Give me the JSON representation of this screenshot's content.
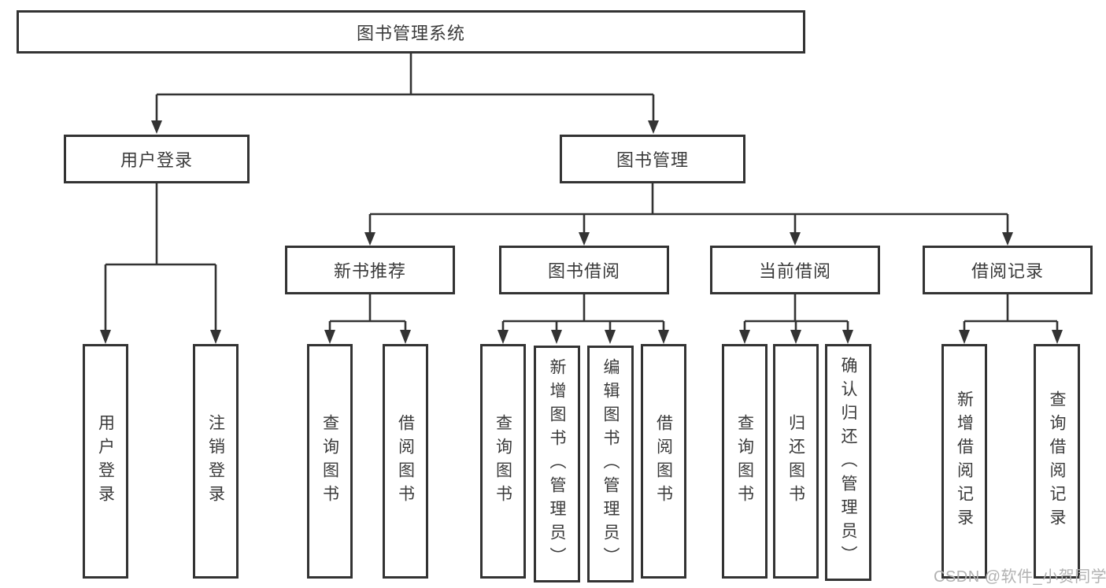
{
  "diagram": {
    "title": "图书管理系统",
    "colors": {
      "line": "#333333",
      "box_border": "#333333",
      "text": "#3a3a3a",
      "background": "#ffffff",
      "watermark": "#b2b2b2"
    },
    "root": {
      "label": "图书管理系统"
    },
    "level2": [
      {
        "label": "用户登录"
      },
      {
        "label": "图书管理"
      }
    ],
    "level3": [
      {
        "label": "新书推荐"
      },
      {
        "label": "图书借阅"
      },
      {
        "label": "当前借阅"
      },
      {
        "label": "借阅记录"
      }
    ],
    "leaves": [
      {
        "label": "用户登录",
        "parent": "用户登录"
      },
      {
        "label": "注销登录",
        "parent": "用户登录"
      },
      {
        "label": "查询图书",
        "parent": "新书推荐"
      },
      {
        "label": "借阅图书",
        "parent": "新书推荐"
      },
      {
        "label": "查询图书",
        "parent": "图书借阅"
      },
      {
        "label": "新增图书（管理员）",
        "parent": "图书借阅"
      },
      {
        "label": "编辑图书（管理员）",
        "parent": "图书借阅"
      },
      {
        "label": "借阅图书",
        "parent": "图书借阅"
      },
      {
        "label": "查询图书",
        "parent": "当前借阅"
      },
      {
        "label": "归还图书",
        "parent": "当前借阅"
      },
      {
        "label": "确认归还（管理员）",
        "parent": "当前借阅"
      },
      {
        "label": "新增借阅记录",
        "parent": "借阅记录"
      },
      {
        "label": "查询借阅记录",
        "parent": "借阅记录"
      }
    ],
    "watermark": "CSDN @软件_小贺同学"
  }
}
